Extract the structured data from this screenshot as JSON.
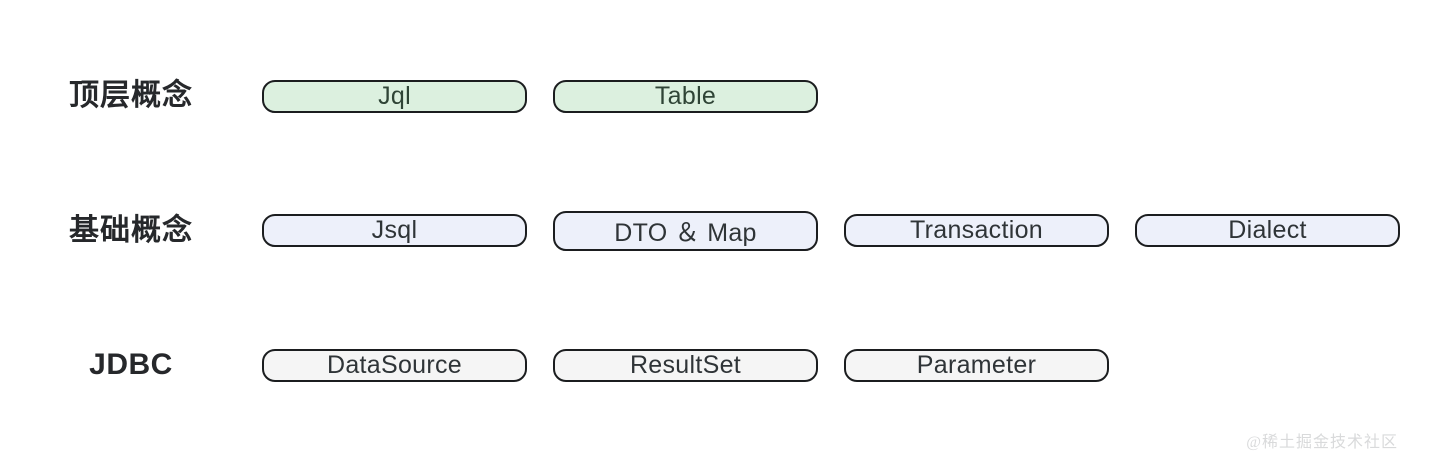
{
  "diagram": {
    "title": "Layered concept map",
    "colors": {
      "top_layer_fill": "#dcf0df",
      "base_layer_fill": "#edf0fa",
      "jdbc_layer_fill": "#f5f5f5",
      "border": "#1b1d1f",
      "label_text": "#26282b",
      "node_text": "#2f3437",
      "background": "#ffffff",
      "watermark": "#d9dadb"
    },
    "rows": [
      {
        "label": "顶层概念",
        "label_kind": "cjk",
        "nodes": [
          "Jql",
          "Table"
        ]
      },
      {
        "label": "基础概念",
        "label_kind": "cjk",
        "nodes": [
          "Jsql",
          "DTO ＆ Map",
          "Transaction",
          "Dialect"
        ]
      },
      {
        "label": "JDBC",
        "label_kind": "latin",
        "nodes": [
          "DataSource",
          "ResultSet",
          "Parameter"
        ]
      }
    ]
  },
  "watermark": {
    "text": "@稀土掘金技术社区"
  }
}
